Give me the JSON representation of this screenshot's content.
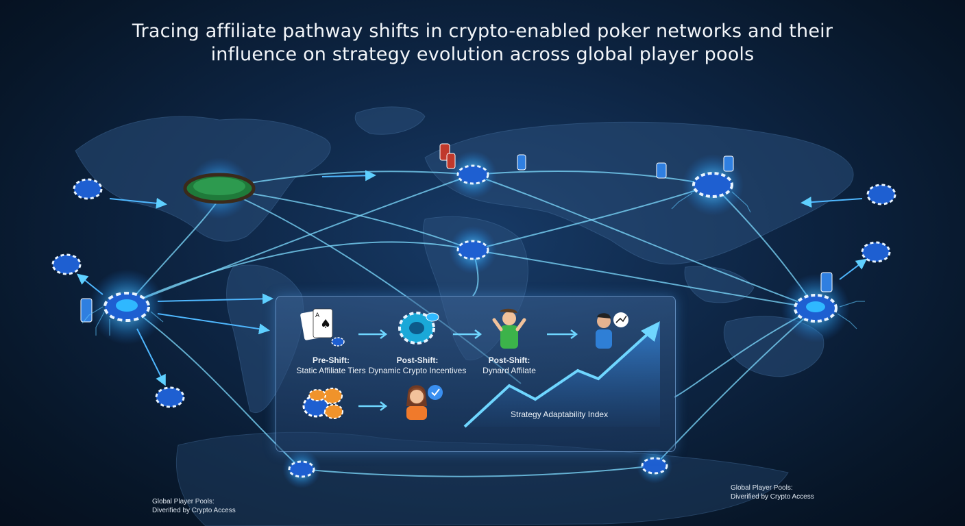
{
  "title": {
    "line1": "Tracing affiliate pathway shifts in crypto-enabled poker networks and their",
    "line2": "influence on strategy evolution across global player pools"
  },
  "panel": {
    "steps": [
      {
        "heading": "Pre-Shift:",
        "text": "Static Affiliate Tiers"
      },
      {
        "heading": "Post-Shift:",
        "text": "Dynamic Crypto Incentives"
      },
      {
        "heading": "Post-Shift:",
        "text": "Dynard Affilate"
      }
    ],
    "index_label": "Strategy Adaptability Index"
  },
  "footnotes": [
    {
      "line1": "Global Player Pools:",
      "line2": "Diverified by Crypto Access"
    },
    {
      "line1": "Global Player Pools:",
      "line2": "Diverified by Crypto Access"
    }
  ],
  "colors": {
    "accent": "#2fb8ff",
    "chip_blue": "#1e5fd1",
    "chip_orange": "#f0932b",
    "chip_red": "#c0392b",
    "table_green": "#1f7a3a"
  },
  "icons": [
    "poker-chip-icon",
    "playing-cards-icon",
    "poker-table-icon",
    "player-avatar-icon",
    "chart-arrow-icon",
    "checkmark-icon"
  ]
}
